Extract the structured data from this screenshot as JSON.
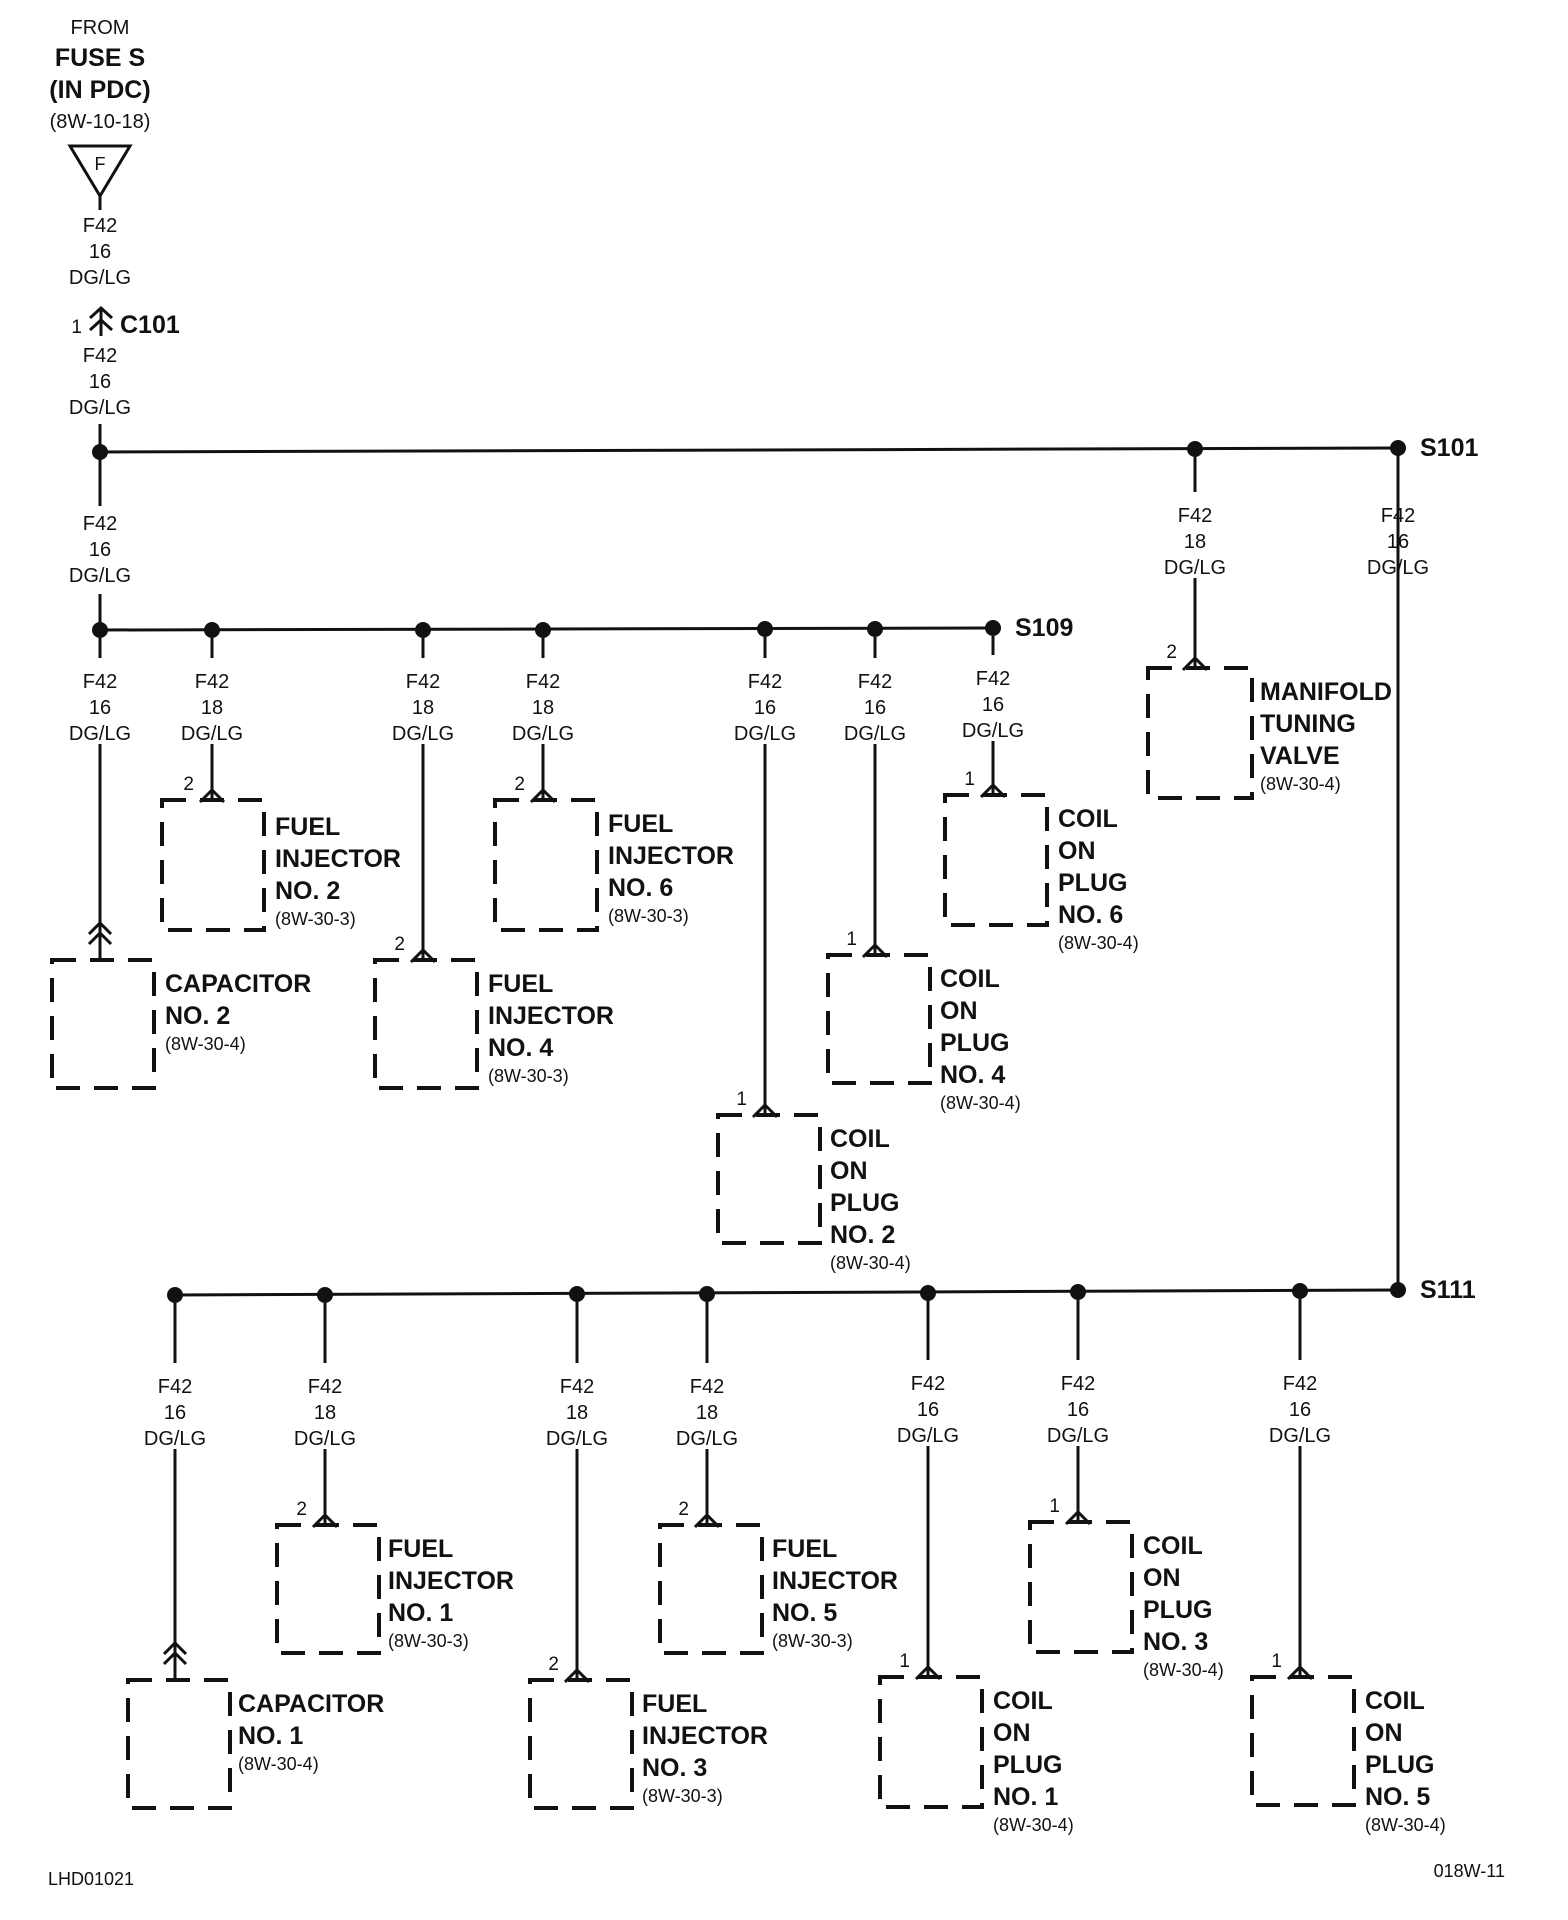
{
  "source": {
    "from": "FROM",
    "fuse": "FUSE S",
    "location": "(IN PDC)",
    "ref": "(8W-10-18)",
    "symbol": "F"
  },
  "feed_wire": [
    "F42",
    "16",
    "DG/LG"
  ],
  "connector": {
    "pin": "1",
    "name": "C101"
  },
  "splices": {
    "s101": "S101",
    "s109": "S109",
    "s111": "S111"
  },
  "components": {
    "mtv": {
      "name": [
        "MANIFOLD",
        "TUNING",
        "VALVE"
      ],
      "ref": "(8W-30-4)",
      "pin": "2",
      "wire": [
        "F42",
        "18",
        "DG/LG"
      ]
    },
    "cap2": {
      "name": [
        "CAPACITOR",
        "NO. 2"
      ],
      "ref": "(8W-30-4)",
      "wire": [
        "F42",
        "16",
        "DG/LG"
      ]
    },
    "inj2": {
      "name": [
        "FUEL",
        "INJECTOR",
        "NO. 2"
      ],
      "ref": "(8W-30-3)",
      "pin": "2",
      "wire": [
        "F42",
        "18",
        "DG/LG"
      ]
    },
    "inj4": {
      "name": [
        "FUEL",
        "INJECTOR",
        "NO. 4"
      ],
      "ref": "(8W-30-3)",
      "pin": "2",
      "wire": [
        "F42",
        "18",
        "DG/LG"
      ]
    },
    "inj6": {
      "name": [
        "FUEL",
        "INJECTOR",
        "NO. 6"
      ],
      "ref": "(8W-30-3)",
      "pin": "2",
      "wire": [
        "F42",
        "18",
        "DG/LG"
      ]
    },
    "cop2": {
      "name": [
        "COIL",
        "ON",
        "PLUG",
        "NO. 2"
      ],
      "ref": "(8W-30-4)",
      "pin": "1",
      "wire": [
        "F42",
        "16",
        "DG/LG"
      ]
    },
    "cop4": {
      "name": [
        "COIL",
        "ON",
        "PLUG",
        "NO. 4"
      ],
      "ref": "(8W-30-4)",
      "pin": "1",
      "wire": [
        "F42",
        "16",
        "DG/LG"
      ]
    },
    "cop6": {
      "name": [
        "COIL",
        "ON",
        "PLUG",
        "NO. 6"
      ],
      "ref": "(8W-30-4)",
      "pin": "1",
      "wire": [
        "F42",
        "16",
        "DG/LG"
      ]
    },
    "cap1": {
      "name": [
        "CAPACITOR",
        "NO. 1"
      ],
      "ref": "(8W-30-4)",
      "wire": [
        "F42",
        "16",
        "DG/LG"
      ]
    },
    "inj1": {
      "name": [
        "FUEL",
        "INJECTOR",
        "NO. 1"
      ],
      "ref": "(8W-30-3)",
      "pin": "2",
      "wire": [
        "F42",
        "18",
        "DG/LG"
      ]
    },
    "inj3": {
      "name": [
        "FUEL",
        "INJECTOR",
        "NO. 3"
      ],
      "ref": "(8W-30-3)",
      "pin": "2",
      "wire": [
        "F42",
        "18",
        "DG/LG"
      ]
    },
    "inj5": {
      "name": [
        "FUEL",
        "INJECTOR",
        "NO. 5"
      ],
      "ref": "(8W-30-3)",
      "pin": "2",
      "wire": [
        "F42",
        "18",
        "DG/LG"
      ]
    },
    "cop1": {
      "name": [
        "COIL",
        "ON",
        "PLUG",
        "NO. 1"
      ],
      "ref": "(8W-30-4)",
      "pin": "1",
      "wire": [
        "F42",
        "16",
        "DG/LG"
      ]
    },
    "cop3": {
      "name": [
        "COIL",
        "ON",
        "PLUG",
        "NO. 3"
      ],
      "ref": "(8W-30-4)",
      "pin": "1",
      "wire": [
        "F42",
        "16",
        "DG/LG"
      ]
    },
    "cop5": {
      "name": [
        "COIL",
        "ON",
        "PLUG",
        "NO. 5"
      ],
      "ref": "(8W-30-4)",
      "pin": "1",
      "wire": [
        "F42",
        "16",
        "DG/LG"
      ]
    },
    "s101_branch": {
      "wire": [
        "F42",
        "16",
        "DG/LG"
      ]
    }
  },
  "footer": {
    "left": "LHD01021",
    "right": "018W-11"
  }
}
